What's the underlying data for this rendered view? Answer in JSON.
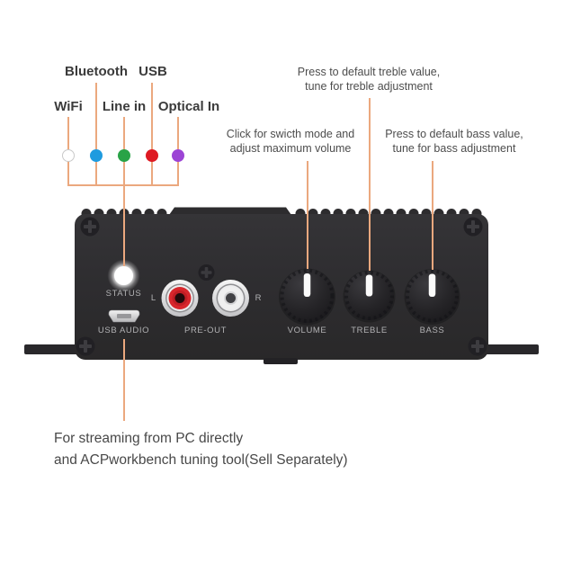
{
  "colors": {
    "annotation_line": "#eba87e",
    "background": "#ffffff",
    "device_body": "#2e2d30",
    "rca_left": "#d8262c",
    "rca_right": "#f0f0f0",
    "led": "#ffffff"
  },
  "legend": {
    "items": [
      {
        "label": "WiFi",
        "color": "#ffffff"
      },
      {
        "label": "Bluetooth",
        "color": "#1f9bdf"
      },
      {
        "label": "Line in",
        "color": "#29a347"
      },
      {
        "label": "USB",
        "color": "#de1a23"
      },
      {
        "label": "Optical In",
        "color": "#9c44d5"
      }
    ]
  },
  "callouts": {
    "treble": {
      "line1": "Press to default treble value,",
      "line2": "tune for treble adjustment"
    },
    "volume": {
      "line1": "Click for swicth mode and",
      "line2": "adjust maximum volume"
    },
    "bass": {
      "line1": "Press to default bass value,",
      "line2": "tune for bass adjustment"
    },
    "streaming": {
      "line1": "For streaming from PC directly",
      "line2": "and ACPworkbench tuning tool(Sell Separately)"
    }
  },
  "device": {
    "labels": {
      "status": "STATUS",
      "usb_audio": "USB AUDIO",
      "channel_left": "L",
      "channel_right": "R",
      "pre_out": "PRE-OUT",
      "volume": "VOLUME",
      "treble": "TREBLE",
      "bass": "BASS"
    }
  }
}
